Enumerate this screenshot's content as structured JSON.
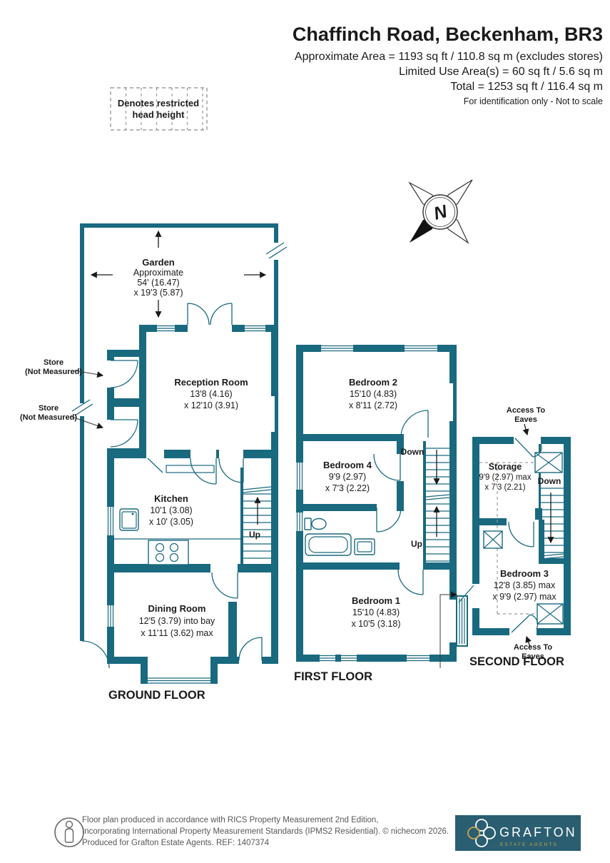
{
  "colors": {
    "wall": "#19697F",
    "logo_bg": "#2A5E70",
    "gold": "#C9A54E"
  },
  "header": {
    "title": "Chaffinch Road, Beckenham, BR3",
    "area1": "Approximate Area = 1193 sq ft / 110.8 sq m (excludes stores)",
    "area2": "Limited Use Area(s) = 60 sq ft / 5.6 sq m",
    "area3": "Total = 1253 sq ft / 116.4 sq m",
    "disclaimer": "For identification only - Not to scale"
  },
  "legend": {
    "line1": "Denotes restricted",
    "line2": "head height"
  },
  "compass": {
    "north": "N"
  },
  "garden": {
    "name": "Garden",
    "line1": "Approximate",
    "line2": "54' (16.47)",
    "line3": "x 19'3 (5.87)"
  },
  "ground": {
    "label": "GROUND FLOOR",
    "reception": {
      "name": "Reception Room",
      "d1": "13'8 (4.16)",
      "d2": "x 12'10 (3.91)"
    },
    "kitchen": {
      "name": "Kitchen",
      "d1": "10'1 (3.08)",
      "d2": "x 10' (3.05)"
    },
    "dining": {
      "name": "Dining Room",
      "d1": "12'5 (3.79) into bay",
      "d2": "x 11'11 (3.62) max"
    },
    "store1": {
      "l1": "Store",
      "l2": "(Not Measured)"
    },
    "store2": {
      "l1": "Store",
      "l2": "(Not Measured)"
    },
    "up": "Up"
  },
  "first": {
    "label": "FIRST FLOOR",
    "bedroom2": {
      "name": "Bedroom 2",
      "d1": "15'10 (4.83)",
      "d2": "x 8'11 (2.72)"
    },
    "bedroom4": {
      "name": "Bedroom 4",
      "d1": "9'9 (2.97)",
      "d2": "x 7'3 (2.22)"
    },
    "bedroom1": {
      "name": "Bedroom 1",
      "d1": "15'10 (4.83)",
      "d2": "x 10'5 (3.18)"
    },
    "down": "Down",
    "up": "Up"
  },
  "second": {
    "label": "SECOND FLOOR",
    "storage": {
      "name": "Storage",
      "d1": "9'9 (2.97) max",
      "d2": "x 7'3 (2.21)"
    },
    "bedroom3": {
      "name": "Bedroom 3",
      "d1": "12'8 (3.85) max",
      "d2": "x 9'9 (2.97) max"
    },
    "down": "Down",
    "access_top": {
      "l1": "Access To",
      "l2": "Eaves"
    },
    "access_bottom": {
      "l1": "Access To",
      "l2": "Eaves"
    }
  },
  "footer": {
    "line1": "Floor plan produced in accordance with RICS Property Measurement 2nd Edition,",
    "line2": "Incorporating International Property Measurement Standards (IPMS2 Residential).   © nichecom 2026.",
    "line3": "Produced for Grafton Estate Agents.   REF:  1407374"
  },
  "logo": {
    "name": "GRAFTON",
    "tagline": "ESTATE AGENTS"
  }
}
